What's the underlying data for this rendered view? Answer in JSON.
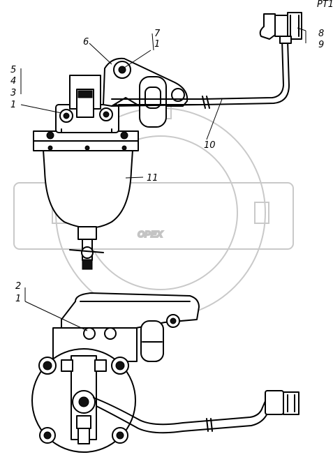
{
  "diagram": {
    "watermark": "OPEX",
    "callouts": {
      "top": [
        "7",
        "1",
        "6",
        "5",
        "4",
        "3",
        "1",
        "8",
        "9",
        "10",
        "11"
      ],
      "bottom": [
        "2",
        "1"
      ]
    },
    "corner_mark": "PT1"
  }
}
